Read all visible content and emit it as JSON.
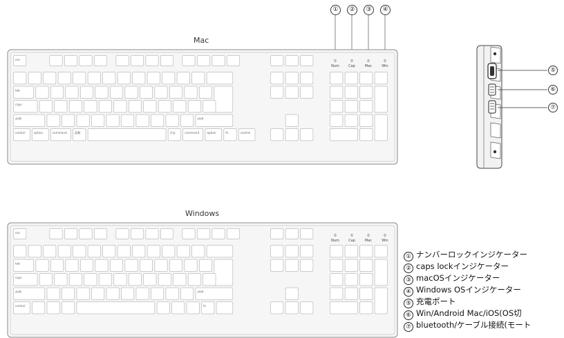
{
  "mac": {
    "title": "Mac",
    "keyboard_rows": [
      [
        "esc",
        "",
        "",
        "",
        "",
        "",
        "",
        "",
        "",
        "",
        "",
        "",
        "",
        "",
        "",
        "",
        "",
        "",
        ""
      ],
      [
        "",
        "",
        "",
        "",
        "",
        "",
        "",
        "",
        "",
        "",
        "",
        "",
        "",
        "",
        "",
        "",
        "",
        "",
        "",
        "",
        ""
      ],
      [
        "tab",
        "",
        "",
        "",
        "",
        "",
        "",
        "",
        "",
        "",
        "",
        "",
        "",
        "",
        "",
        "",
        "",
        "",
        "",
        "",
        ""
      ],
      [
        "caps",
        "",
        "",
        "",
        "",
        "",
        "",
        "",
        "",
        "",
        "",
        "",
        "",
        "",
        ""
      ],
      [
        "shift",
        "",
        "",
        "",
        "",
        "",
        "",
        "",
        "",
        "",
        "",
        "shift",
        "",
        ""
      ],
      [
        "control",
        "option",
        "command",
        "英数",
        "",
        "かな",
        "command",
        "option",
        "fn",
        "control",
        "",
        "",
        "",
        "",
        ""
      ]
    ],
    "indicators": [
      {
        "num": "①",
        "value": "0",
        "label": "Num"
      },
      {
        "num": "②",
        "value": "0",
        "label": "Cap"
      },
      {
        "num": "③",
        "value": "0",
        "label": "Mac"
      },
      {
        "num": "④",
        "value": "0",
        "label": "Win"
      }
    ]
  },
  "windows": {
    "title": "Windows",
    "indicators": [
      {
        "value": "0",
        "label": "Num"
      },
      {
        "value": "0",
        "label": "Cap"
      },
      {
        "value": "0",
        "label": "Mac"
      },
      {
        "value": "0",
        "label": "Win"
      }
    ]
  },
  "side_view": {
    "callouts": [
      "⑤",
      "⑥",
      "⑦"
    ]
  },
  "legend": [
    {
      "num": "①",
      "text": "ナンバーロックインジケーター"
    },
    {
      "num": "②",
      "text": "caps lockインジケーター"
    },
    {
      "num": "③",
      "text": "macOSインジケーター"
    },
    {
      "num": "④",
      "text": "Windows OSインジケーター"
    },
    {
      "num": "⑤",
      "text": "充電ポート"
    },
    {
      "num": "⑥",
      "text": "Win/Android Mac/iOS(OS切"
    },
    {
      "num": "⑦",
      "text": "bluetooth/ケーブル接続(モート"
    }
  ],
  "colors": {
    "outline": "#9a9a9a",
    "key": "#ffffff",
    "keyStroke": "#b5b5b5",
    "board": "#f4f4f4"
  }
}
